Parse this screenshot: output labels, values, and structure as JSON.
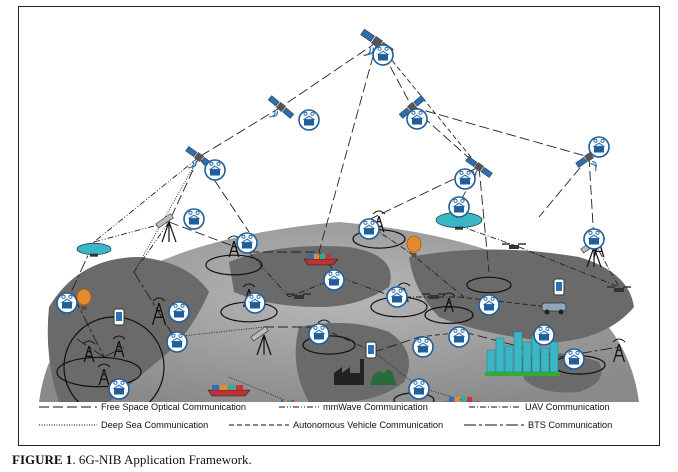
{
  "legend": {
    "items": [
      {
        "label": "Free Space Optical Communication",
        "dash": "10 4"
      },
      {
        "label": "mmWave Communication",
        "dash": "6 2 1 2 1 2"
      },
      {
        "label": "UAV Communication",
        "dash": "6 2 1 2"
      },
      {
        "label": "Deep Sea Communication",
        "dash": "1 1.5"
      },
      {
        "label": "Autonomous Vehicle Communication",
        "dash": "5 3"
      },
      {
        "label": "BTS Communication",
        "dash": "12 3 3 3"
      }
    ]
  },
  "caption": {
    "figure_label": "FIGURE 1",
    "text": ". 6G-NIB Application Framework."
  },
  "colors": {
    "globe": "#9a9a9a",
    "globe_dark": "#6e6e6e",
    "land": "#5a5a5a",
    "node": "#1e5e9c",
    "node_light": "#d8e6f3",
    "signal": "#2d6fb4",
    "balloon": "#e58a2e",
    "city": "#3bb6c5"
  },
  "icons": {
    "satellite": "satellite-icon",
    "bts_tower": "bts-tower-icon",
    "drone": "drone-icon",
    "airship": "airship-icon",
    "hot_air_balloon": "hot-air-balloon-icon",
    "ship": "cargo-ship-icon",
    "network_box": "network-node-icon",
    "smart_city": "smart-city-icon",
    "factory": "factory-icon",
    "car": "autonomous-car-icon",
    "phone": "smartphone-icon",
    "antenna": "ground-antenna-icon"
  }
}
